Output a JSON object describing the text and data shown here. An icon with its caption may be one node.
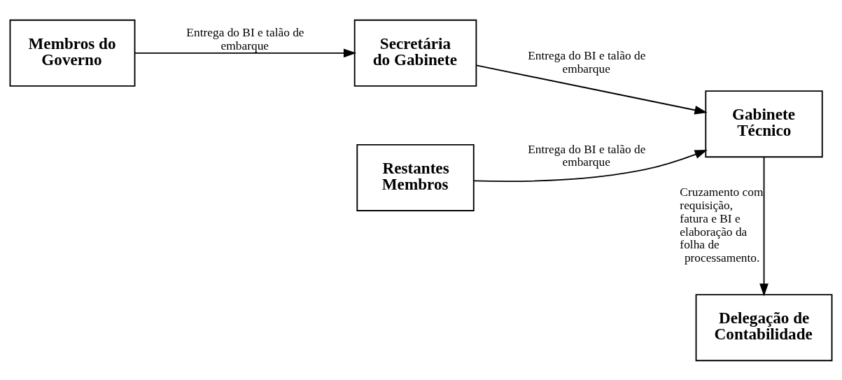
{
  "diagram": {
    "nodes": [
      {
        "text": [
          "Membros do Governo"
        ]
      },
      {
        "text": [
          "Secretária do Gabinete"
        ]
      },
      {
        "text": [
          "Gabinete Técnico"
        ]
      },
      {
        "text": [
          "Restantes Membros"
        ]
      },
      {
        "text": [
          "Delegação de Contabilidade"
        ]
      }
    ],
    "edges": [
      {
        "from": 0,
        "to": 1,
        "arrow": "to",
        "label": "Entrega do BI e talão de embarque"
      },
      {
        "from": 1,
        "to": 2,
        "arrow": "to",
        "label": "Entrega do BI e talão de embarque"
      },
      {
        "from": 3,
        "to": 2,
        "arrow": "to",
        "label": "Entrega do BI e talão de embarque"
      },
      {
        "from": 2,
        "to": 4,
        "arrow": "to",
        "label": "Cruzamento com requisição, fatura e BI e elaboração da folha de processamento."
      }
    ]
  }
}
